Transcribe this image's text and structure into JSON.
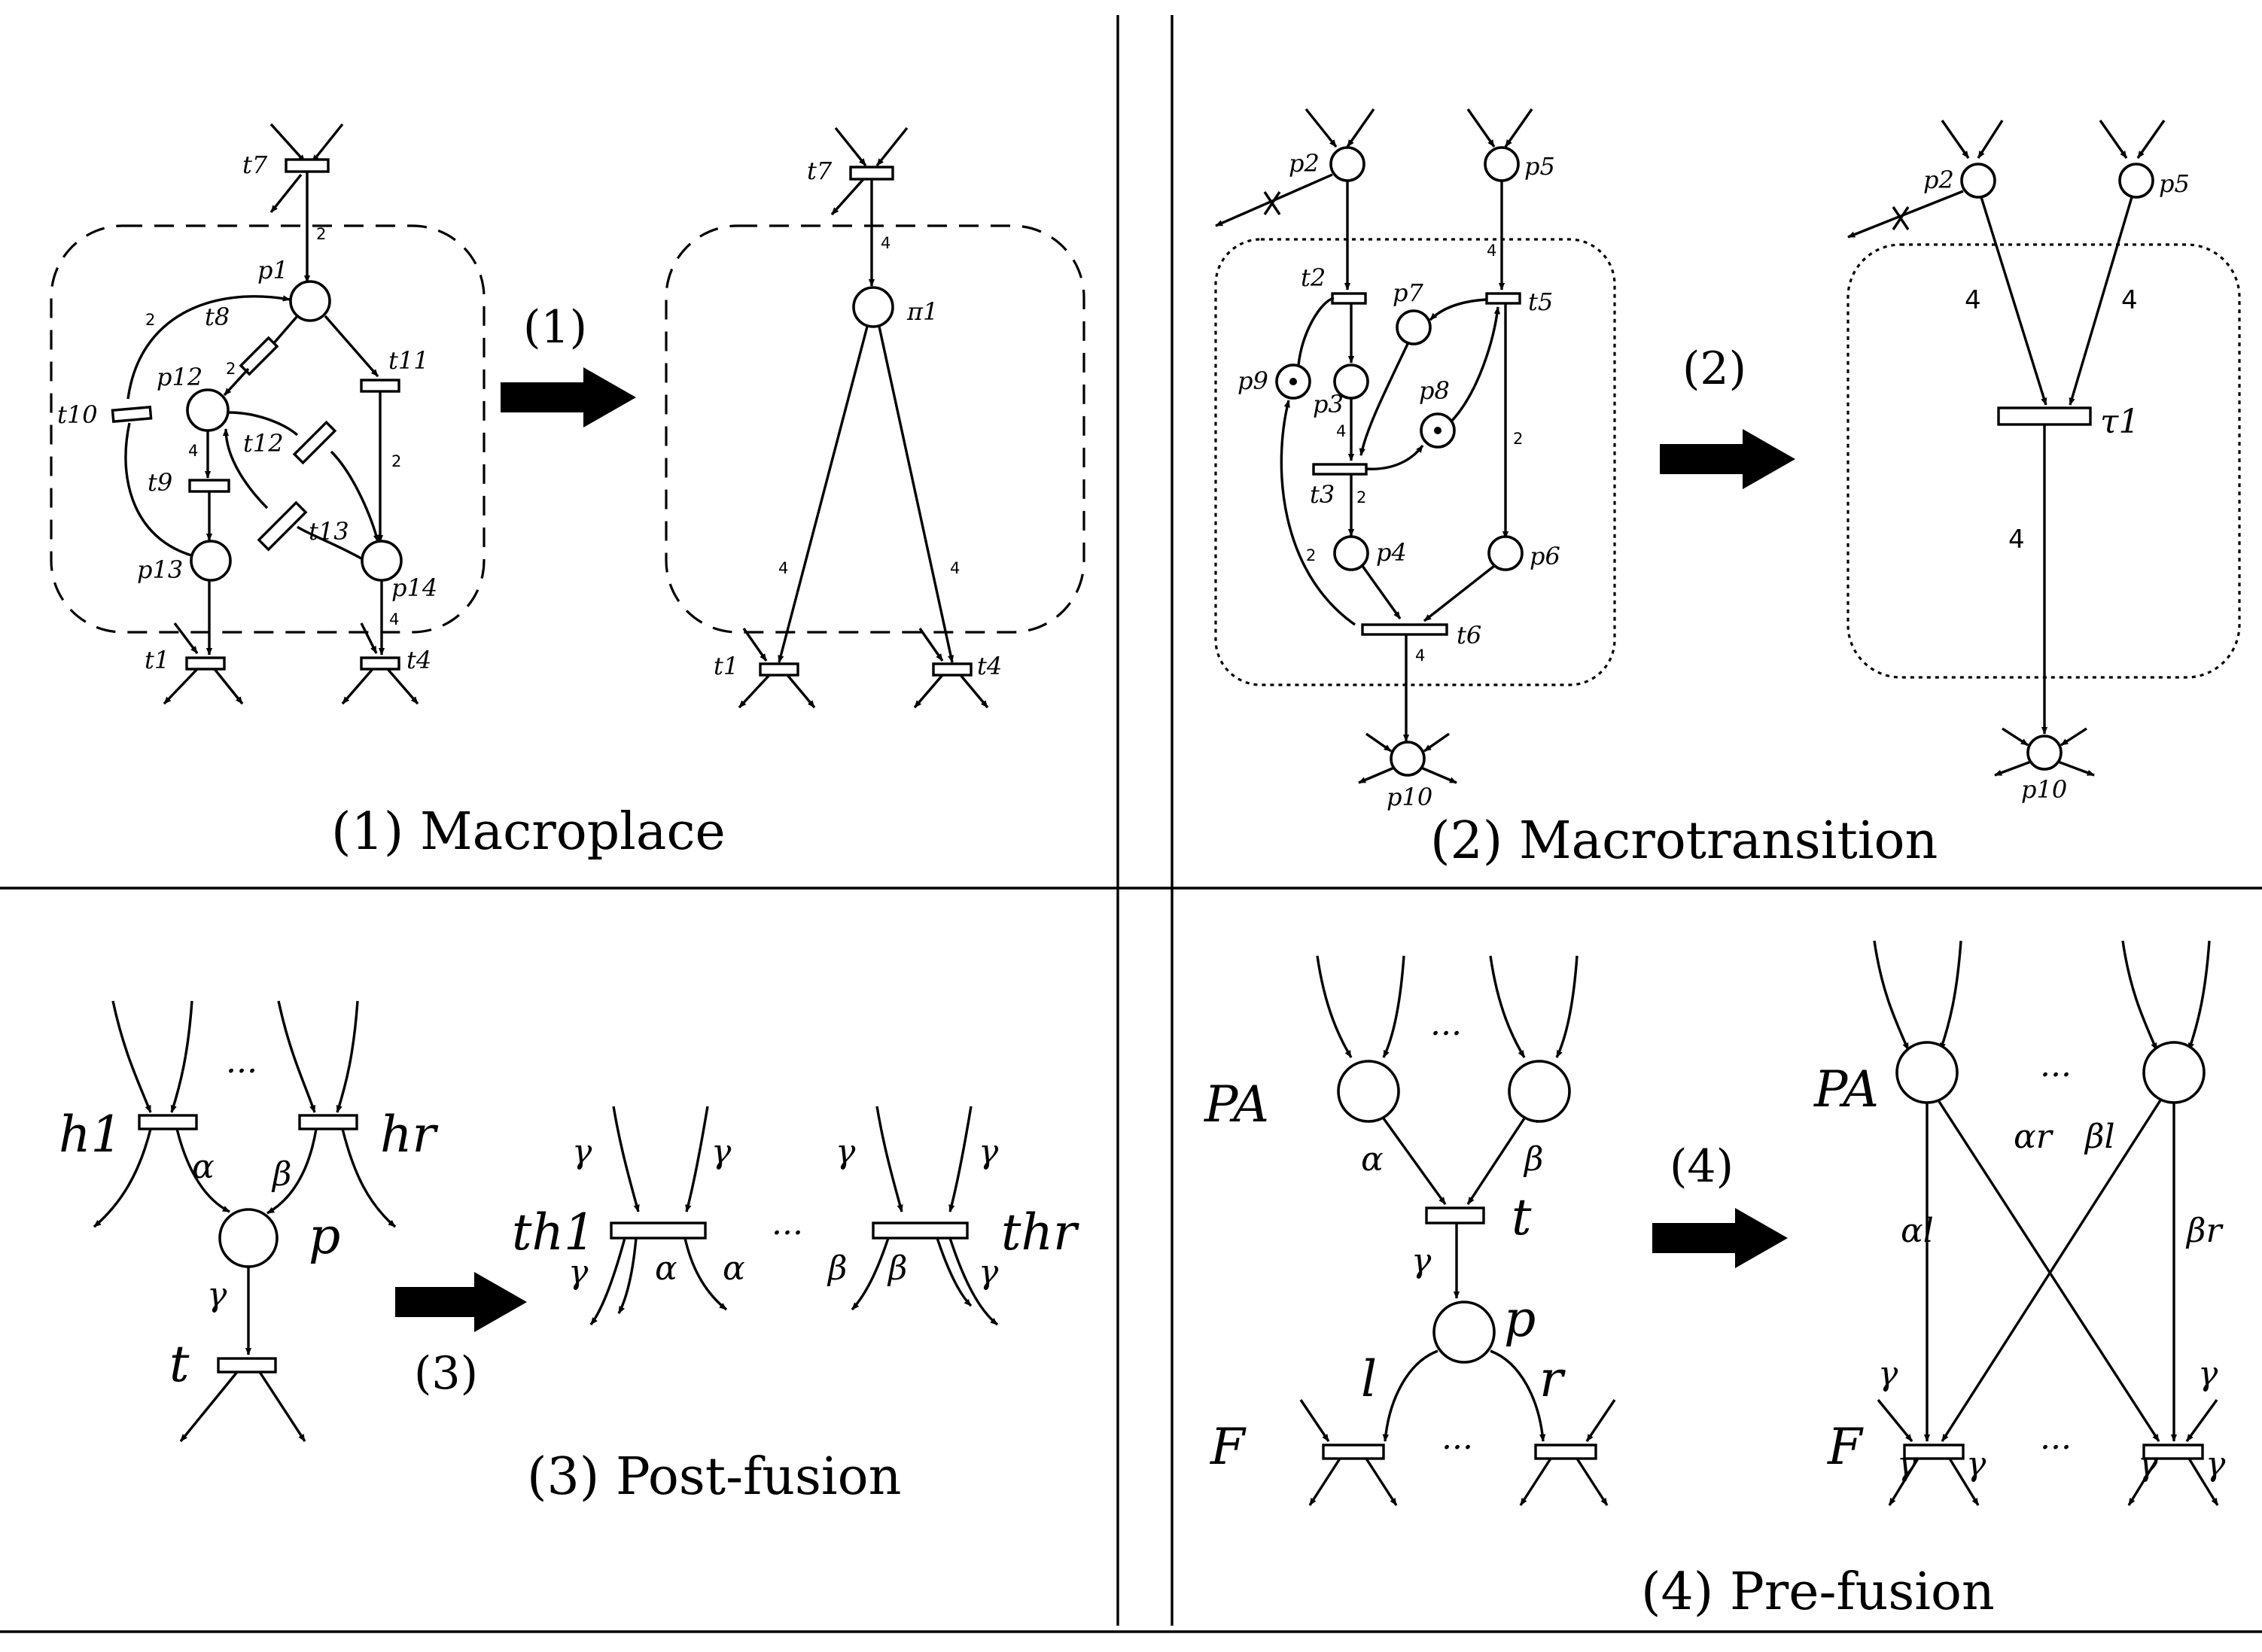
{
  "captions": {
    "q1": "(1) Macroplace",
    "q2": "(2) Macrotransition",
    "q3": "(3) Post-fusion",
    "q4": "(4) Pre-fusion"
  },
  "step_labels": {
    "s1": "(1)",
    "s2": "(2)",
    "s3": "(3)",
    "s4": "(4)"
  },
  "q1": {
    "t7": "t7",
    "p1": "p1",
    "t8": "t8",
    "t11": "t11",
    "p12": "p12",
    "t10": "t10",
    "t12": "t12",
    "t9": "t9",
    "t13": "t13",
    "p13": "p13",
    "p14": "p14",
    "t1": "t1",
    "t4": "t4",
    "w_top": "2",
    "w_loop": "2",
    "w_t8": "2",
    "w_t11": "2",
    "w_t9": "4",
    "w_t4": "4",
    "after": {
      "t7": "t7",
      "pi1": "π1",
      "t1": "t1",
      "t4": "t4",
      "w_top": "4",
      "w_left": "4",
      "w_right": "4"
    }
  },
  "q2": {
    "p2": "p2",
    "p5": "p5",
    "t2": "t2",
    "t5": "t5",
    "p7": "p7",
    "p9": "p9",
    "p3": "p3",
    "p8": "p8",
    "t3": "t3",
    "p4": "p4",
    "p6": "p6",
    "t6": "t6",
    "p10": "p10",
    "w_p5": "4",
    "w_t3": "4",
    "w_t3b": "2",
    "w_loop": "2",
    "w_t5": "2",
    "w_t6": "4",
    "after": {
      "p2": "p2",
      "p5": "p5",
      "tau1": "τ1",
      "p10": "p10",
      "w_left": "4",
      "w_right": "4",
      "w_down": "4"
    }
  },
  "q3": {
    "h1": "h1",
    "hr": "hr",
    "dots": "...",
    "alpha": "α",
    "beta": "β",
    "p": "p",
    "gamma": "γ",
    "t": "t",
    "after": {
      "th1": "th1",
      "thr": "thr",
      "dots": "...",
      "gamma": "γ",
      "alpha": "α",
      "beta": "β"
    }
  },
  "q4": {
    "PA": "PA",
    "dots": "...",
    "alpha": "α",
    "beta": "β",
    "t": "t",
    "gamma": "γ",
    "p": "p",
    "l": "l",
    "r": "r",
    "F": "F",
    "after": {
      "PA": "PA",
      "dots": "...",
      "alphal": "αl",
      "alphar": "αr",
      "betal": "βl",
      "betar": "βr",
      "gamma": "γ",
      "F": "F"
    }
  }
}
